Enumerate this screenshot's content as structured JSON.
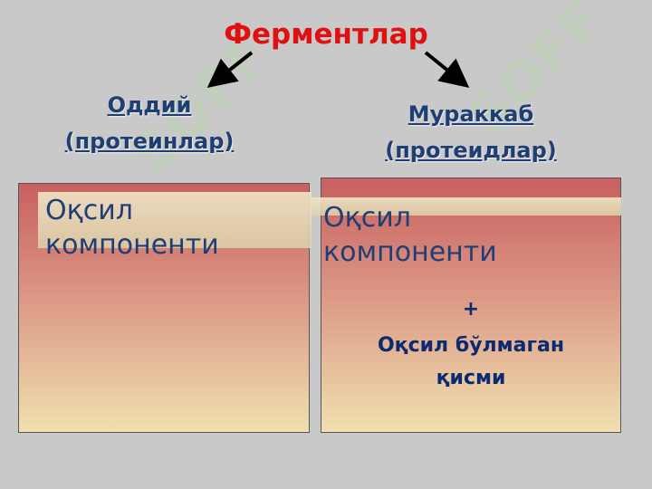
{
  "title": "Ферментлар",
  "left": {
    "heading_line1": "Оддий",
    "heading_line2": "(протеинлар)",
    "component": "Оқсил компоненти"
  },
  "right": {
    "heading_line1": "Мураккаб",
    "heading_line2": "(протеидлар)",
    "component": "Оқсил компоненти",
    "plus": "+",
    "extra_line1": "Оқсил бўлмаган",
    "extra_line2": "қисми"
  },
  "watermark": "SOFF",
  "colors": {
    "title": "#e01010",
    "text": "#1f3f74",
    "box_top": "#c86060",
    "box_bottom": "#f0e0b0",
    "background": "#c9c9c9"
  }
}
